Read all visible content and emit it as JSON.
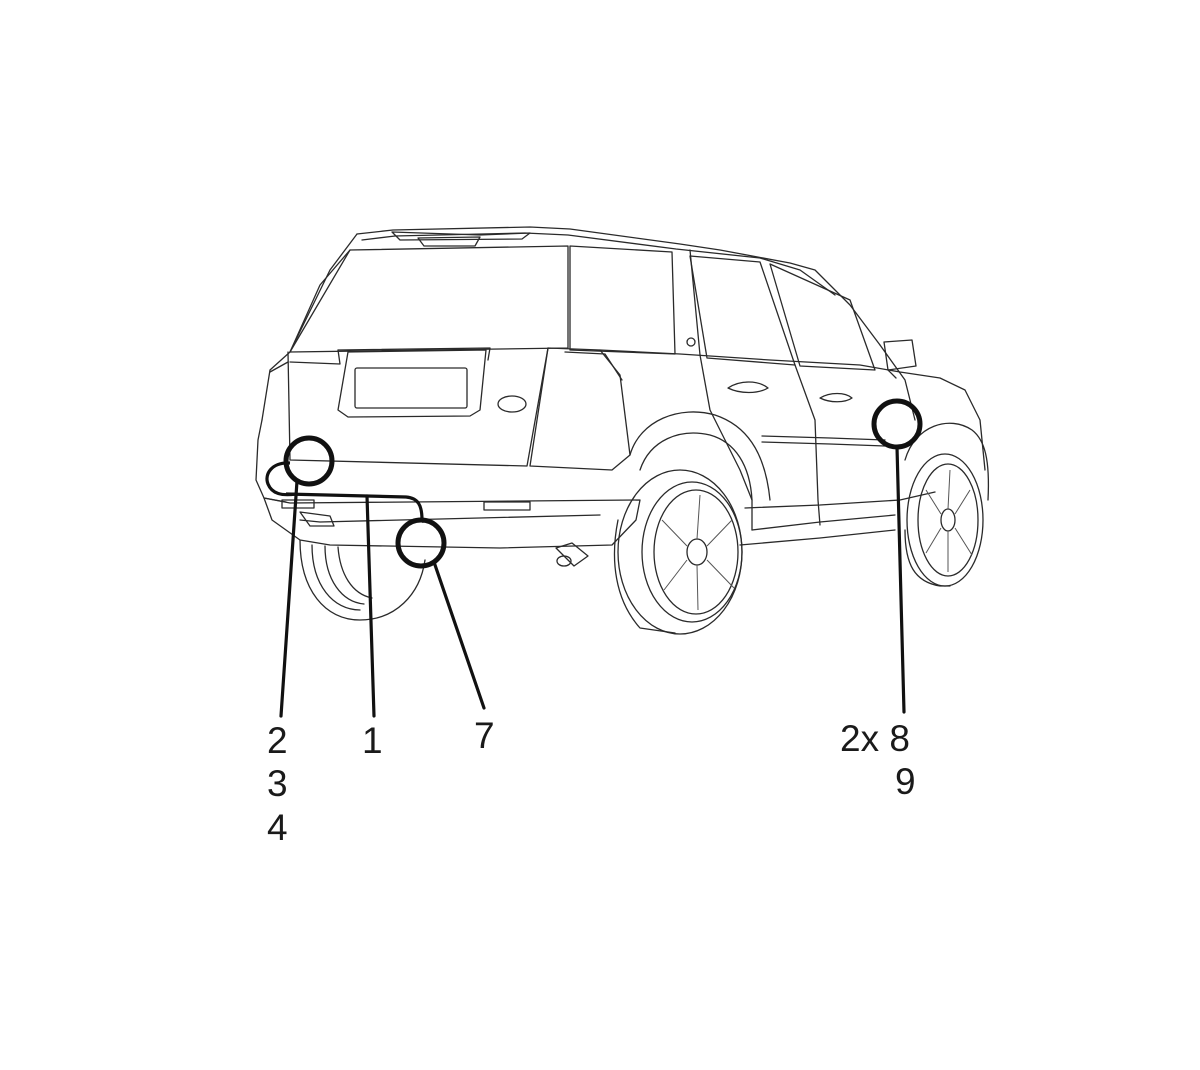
{
  "callouts": {
    "left_stack": [
      "2",
      "3",
      "4"
    ],
    "center": "1",
    "right_center": "7",
    "far_right_top": "2x 8",
    "far_right_bottom": "9"
  },
  "colors": {
    "line": "#2a2a2a",
    "ring": "#111111",
    "background": "#ffffff"
  }
}
